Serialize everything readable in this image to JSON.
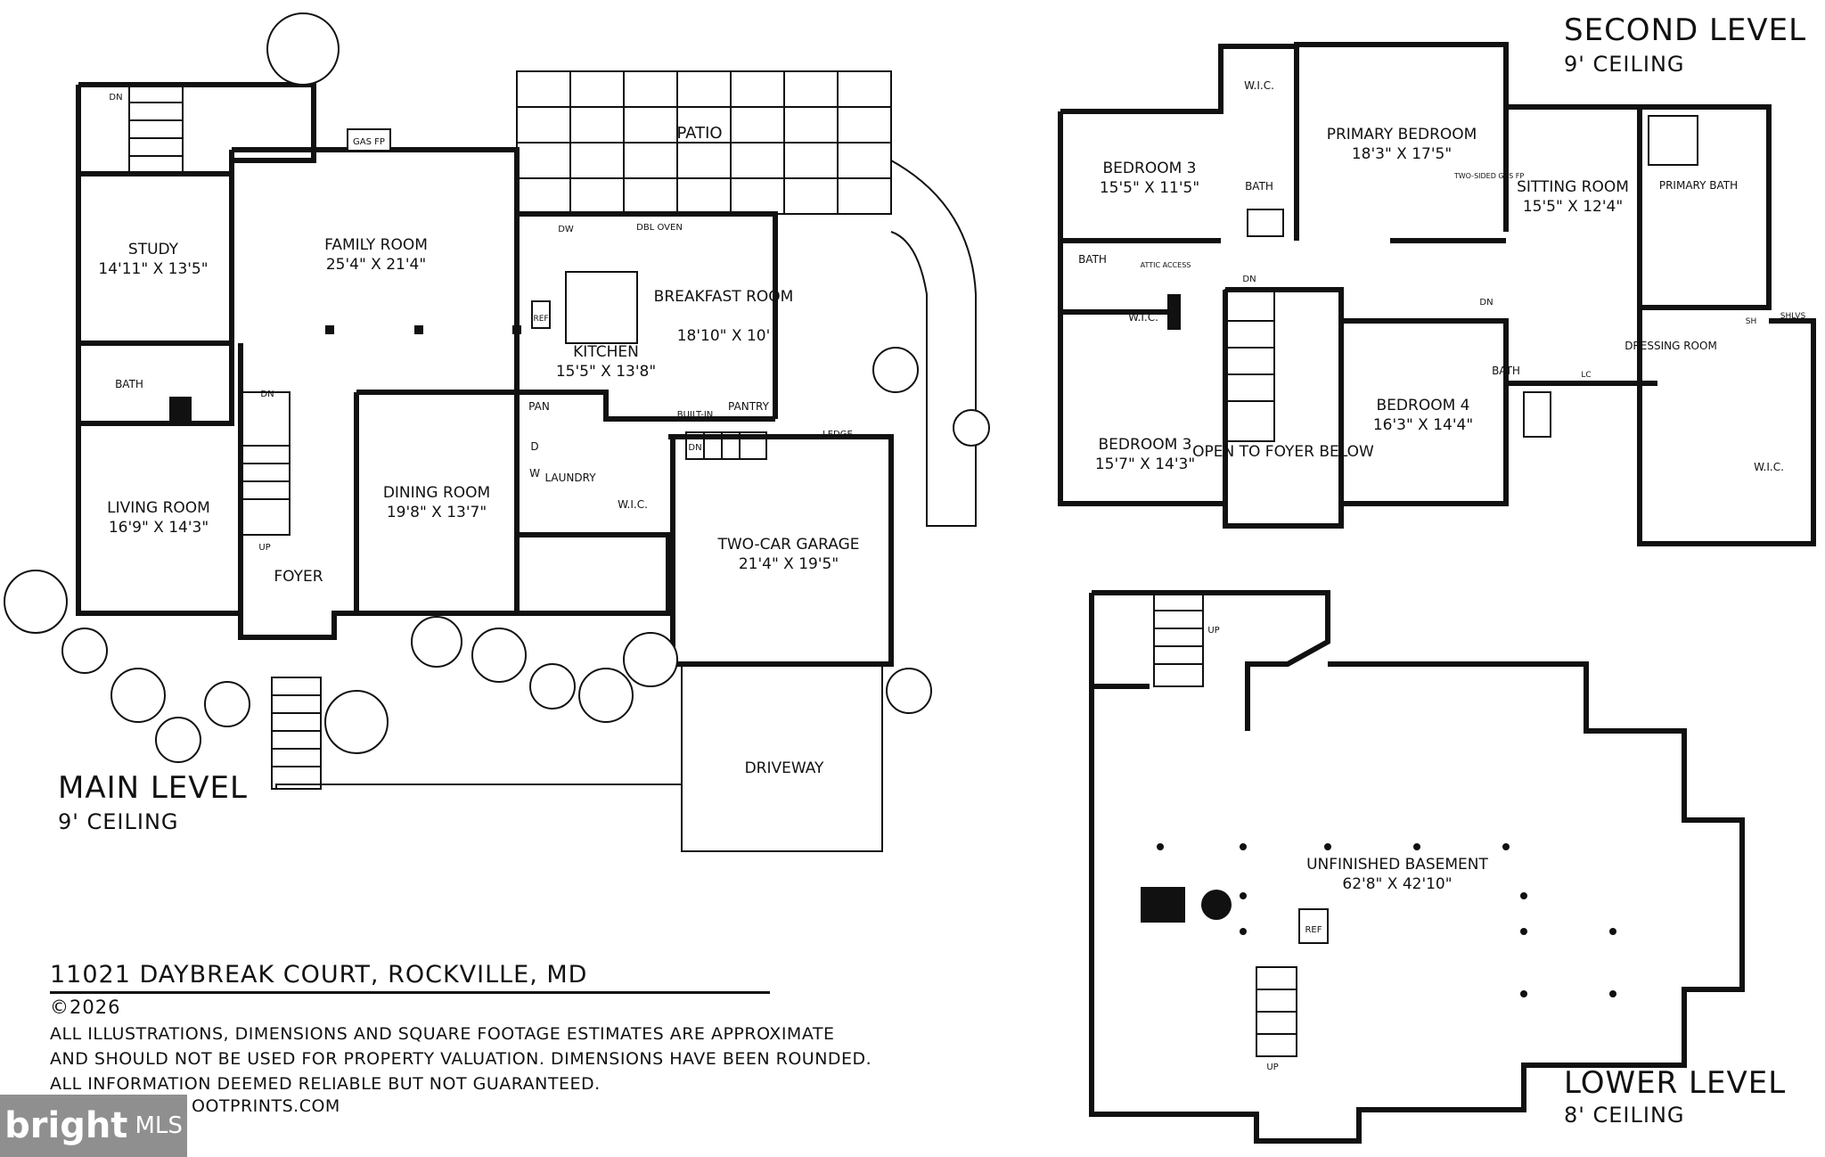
{
  "levels": {
    "main": {
      "title": "MAIN LEVEL",
      "ceiling": "9' CEILING"
    },
    "second": {
      "title": "SECOND LEVEL",
      "ceiling": "9' CEILING"
    },
    "lower": {
      "title": "LOWER LEVEL",
      "ceiling": "8' CEILING"
    }
  },
  "rooms": {
    "main": [
      {
        "id": "study",
        "name": "STUDY",
        "dims": "14'11\" X 13'5\""
      },
      {
        "id": "family",
        "name": "FAMILY ROOM",
        "dims": "25'4\" X 21'4\""
      },
      {
        "id": "kitchen",
        "name": "KITCHEN",
        "dims": "15'5\" X 13'8\""
      },
      {
        "id": "breakfast",
        "name": "BREAKFAST ROOM",
        "dims": "18'10\" X 10'"
      },
      {
        "id": "living",
        "name": "LIVING ROOM",
        "dims": "16'9\" X 14'3\""
      },
      {
        "id": "dining",
        "name": "DINING ROOM",
        "dims": "19'8\" X 13'7\""
      },
      {
        "id": "garage",
        "name": "TWO-CAR GARAGE",
        "dims": "21'4\" X 19'5\""
      }
    ],
    "second": [
      {
        "id": "bed3a",
        "name": "BEDROOM 3",
        "dims": "15'5\" X 11'5\""
      },
      {
        "id": "primary",
        "name": "PRIMARY BEDROOM",
        "dims": "18'3\" X 17'5\""
      },
      {
        "id": "sitting",
        "name": "SITTING ROOM",
        "dims": "15'5\" X 12'4\""
      },
      {
        "id": "bed3b",
        "name": "BEDROOM 3",
        "dims": "15'7\" X 14'3\""
      },
      {
        "id": "bed4",
        "name": "BEDROOM 4",
        "dims": "16'3\" X 14'4\""
      }
    ],
    "lower": [
      {
        "id": "basement",
        "name": "UNFINISHED BASEMENT",
        "dims": "62'8\" X 42'10\""
      }
    ]
  },
  "labels": {
    "patio": "PATIO",
    "foyer": "FOYER",
    "driveway": "DRIVEWAY",
    "bath": "BATH",
    "laundry": "LAUNDRY",
    "wic": "W.I.C.",
    "pan": "PAN",
    "pantry": "PANTRY",
    "builtin": "BUILT-IN",
    "ledge": "LEDGE",
    "dn": "DN",
    "up": "UP",
    "gas_fp": "GAS FP",
    "two_sided_gas_fp": "TWO-SIDED GAS FP",
    "dw": "DW",
    "dbl_oven": "DBL OVEN",
    "ref": "REF",
    "d": "D",
    "w": "W",
    "primary_bath": "PRIMARY BATH",
    "dressing_room": "DRESSING ROOM",
    "attic_access": "ATTIC ACCESS",
    "open_to_foyer": "OPEN TO FOYER BELOW",
    "sh": "SH",
    "shlvs": "SHLVS",
    "lc": "LC"
  },
  "footer": {
    "address": "11021 DAYBREAK COURT, ROCKVILLE, MD",
    "copyright": "©2026",
    "disclaimer": [
      "ALL ILLUSTRATIONS, DIMENSIONS AND SQUARE FOOTAGE ESTIMATES ARE APPROXIMATE",
      "AND  SHOULD NOT BE USED FOR PROPERTY VALUATION. DIMENSIONS HAVE BEEN ROUNDED.",
      "ALL INFORMATION DEEMED RELIABLE BUT NOT GUARANTEED."
    ],
    "website": "OOTPRINTS.COM"
  },
  "badge": {
    "brand": "bright",
    "suffix": "MLS"
  }
}
